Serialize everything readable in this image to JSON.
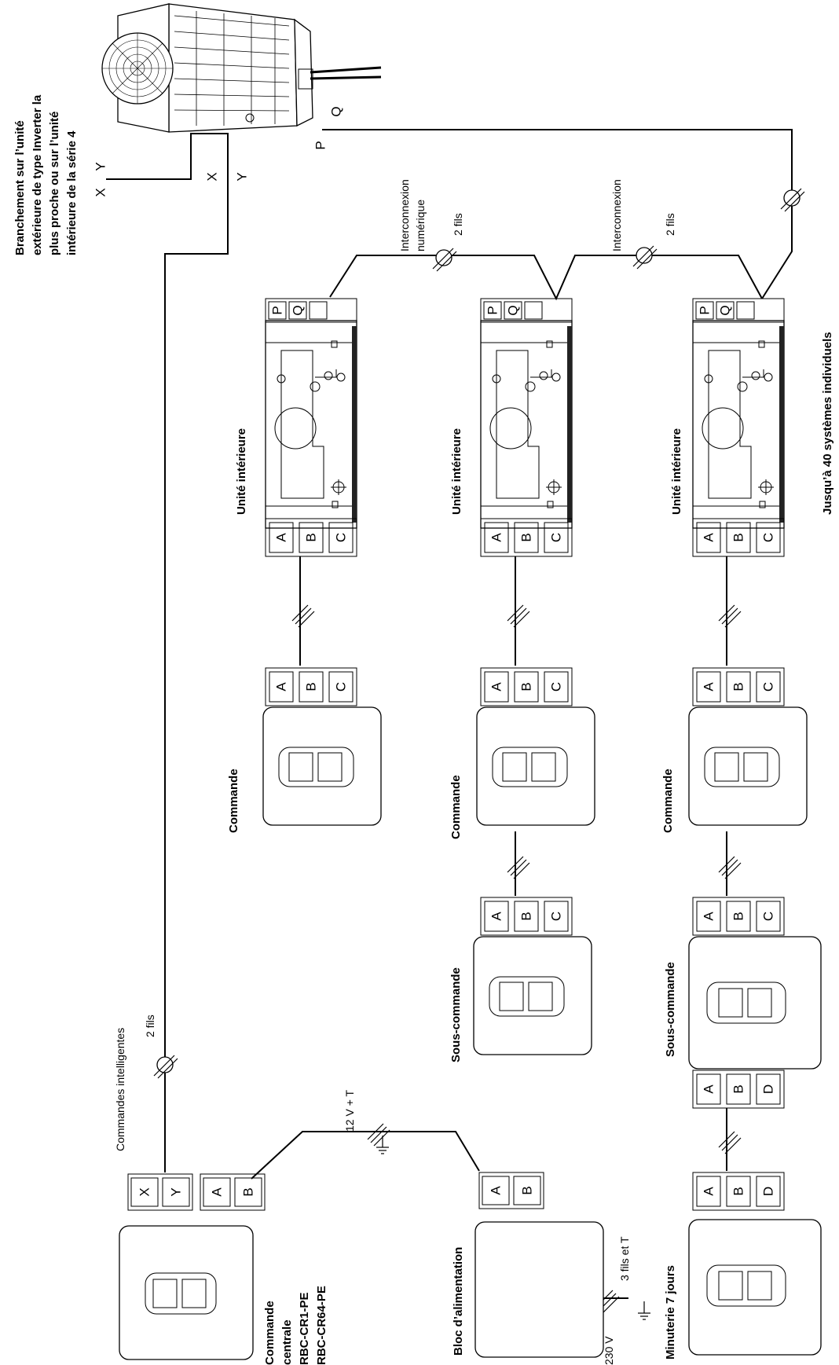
{
  "outdoor": {
    "caption": [
      "Branchement sur l’unité",
      "extérieure de type Inverter la",
      "plus proche ou sur l’unité",
      "intérieure de la série 4"
    ],
    "x": "X",
    "y": "Y",
    "p": "P",
    "q": "Q"
  },
  "links": {
    "intelligent": "Commandes intelligentes",
    "two_wires": "2 fils",
    "interconnexion": "Interconnexion",
    "numerique": "numérique",
    "power_12v": "12 V + T",
    "mains_230v": "230 V",
    "three_wires": "3 fils et T"
  },
  "indoor_unit": "Unité intérieure",
  "commande": "Commande",
  "sous_commande": "Sous-commande",
  "central": [
    "Commande",
    "centrale",
    "RBC-CR1-PE",
    "RBC-CR64-PE"
  ],
  "power_supply": "Bloc d’alimentation",
  "timer": "Minuterie 7 jours",
  "max_systems": "Jusqu’à 40 systèmes individuels",
  "terminals": {
    "a": "A",
    "b": "B",
    "c": "C",
    "d": "D",
    "x": "X",
    "y": "Y",
    "p": "P",
    "q": "Q"
  }
}
